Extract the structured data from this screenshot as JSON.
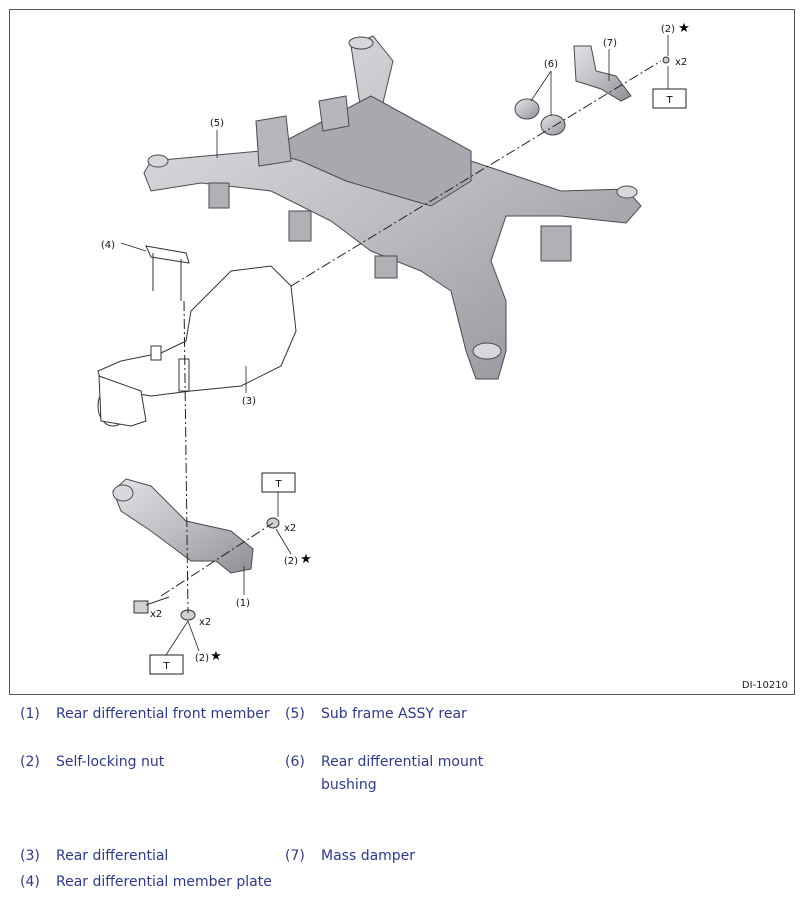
{
  "figure_id": "DI-10210",
  "callouts": {
    "c1": "(1)",
    "c2a": "(2)",
    "c2b": "(2)",
    "c2c": "(2)",
    "c3": "(3)",
    "c4": "(4)",
    "c5": "(5)",
    "c6": "(6)",
    "c7": "(7)"
  },
  "torque_label": "T",
  "multiplier": "x2",
  "star": "★",
  "legend": [
    {
      "num": "(1)",
      "text": "Rear differential front member"
    },
    {
      "num": "(5)",
      "text": "Sub frame ASSY rear"
    },
    {
      "num": "(2)",
      "text": "Self-locking nut"
    },
    {
      "num": "(6)",
      "text": "Rear differential mount bushing"
    },
    {
      "num": "(3)",
      "text": "Rear differential"
    },
    {
      "num": "(7)",
      "text": "Mass damper"
    },
    {
      "num": "(4)",
      "text": "Rear differential member plate"
    }
  ],
  "colors": {
    "legend_text": "#2d3a8c",
    "part_fill": "#c9c9cc",
    "part_dark": "#8e8e93"
  }
}
